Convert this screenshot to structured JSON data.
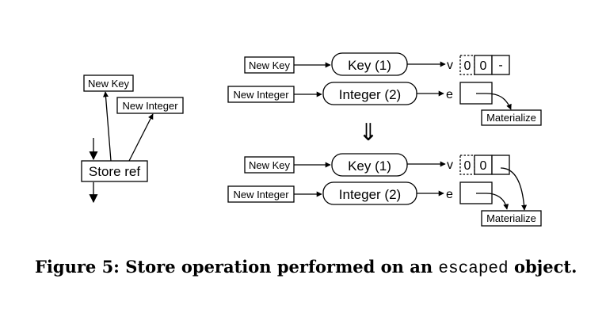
{
  "diagram": {
    "left": {
      "new_key": "New Key",
      "new_integer": "New Integer",
      "store_ref": "Store ref"
    },
    "top": {
      "new_key": "New Key",
      "new_integer": "New Integer",
      "key_node": "Key (1)",
      "integer_node": "Integer (2)",
      "v_label": "v",
      "e_label": "e",
      "cells": [
        "0",
        "0",
        "-"
      ],
      "materialize": "Materialize"
    },
    "transition_arrow": "⇓",
    "bottom": {
      "new_key": "New Key",
      "new_integer": "New Integer",
      "key_node": "Key (1)",
      "integer_node": "Integer (2)",
      "v_label": "v",
      "e_label": "e",
      "cells": [
        "0",
        "0",
        ""
      ],
      "materialize": "Materialize"
    }
  },
  "caption": {
    "label": "Figure 5:",
    "text_before": "Store operation performed on an",
    "code": "escaped",
    "text_after": "object."
  }
}
